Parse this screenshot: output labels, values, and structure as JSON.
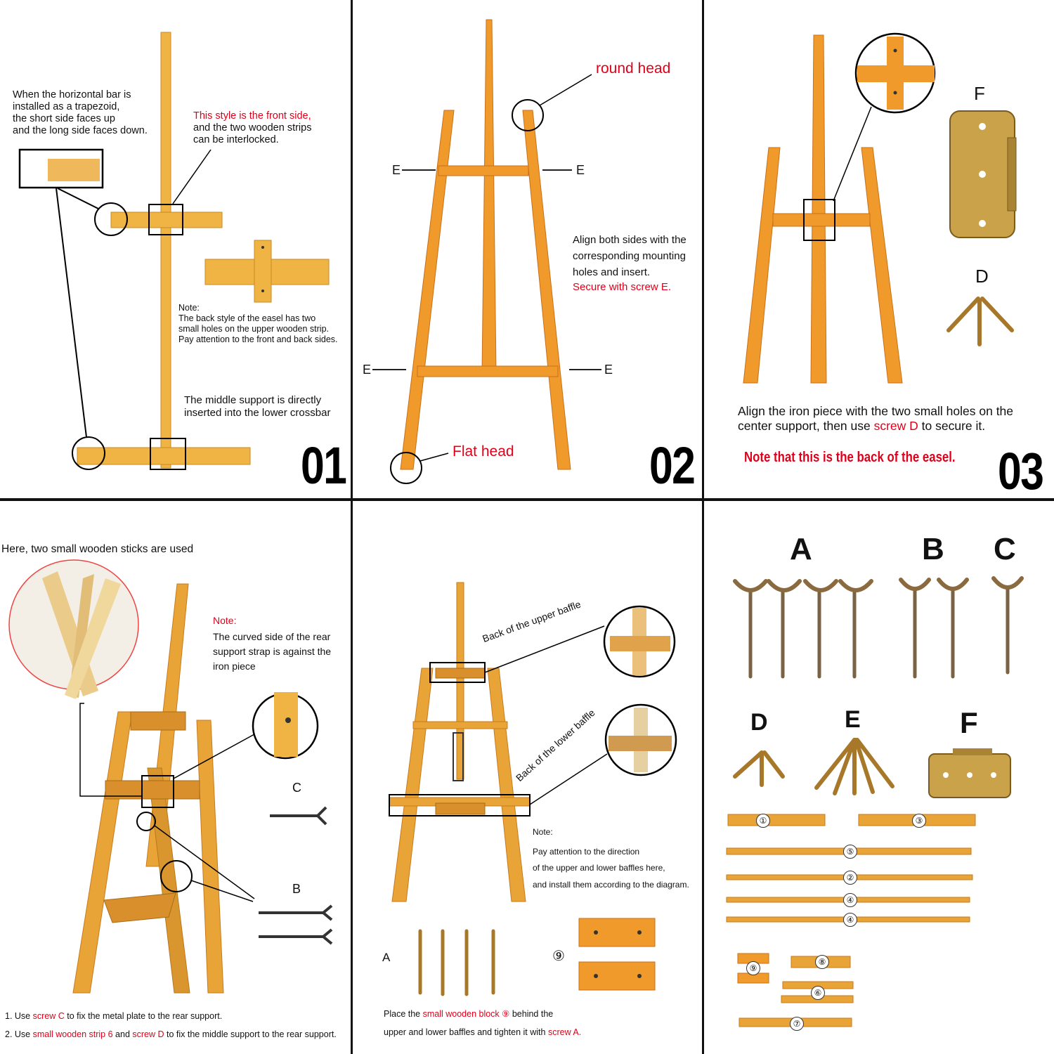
{
  "panel1": {
    "intro": "When the horizontal bar is\ninstalled as a trapezoid,\nthe short side faces up\nand the long side faces down.",
    "front_red": "This style is the front side,",
    "front_black": "and the two wooden strips\ncan be interlocked.",
    "note_title": "Note:",
    "note_body": "The back style of the easel has two\nsmall holes on the upper wooden strip.\nPay attention to the front and back sides.",
    "middle": "The middle support is directly\ninserted into the lower crossbar",
    "step": "01"
  },
  "panel2": {
    "round_head": "round head",
    "flat_head": "Flat head",
    "e_label": "E",
    "align": "Align both sides with the\ncorresponding mounting\nholes and insert.",
    "secure": "Secure with screw E.",
    "step": "02"
  },
  "panel3": {
    "label_f": "F",
    "label_d": "D",
    "align_a": "Align the iron piece with the two small holes on the\ncenter support, then use ",
    "align_red": "screw D",
    "align_b": " to secure it.",
    "note": "Note that this is the back of the easel.",
    "step": "03"
  },
  "panel4": {
    "heading": "Here, two small wooden sticks are used",
    "note_title": "Note:",
    "note_body": "The curved side of the rear\nsupport strap is against the\niron piece",
    "label_c": "C",
    "label_b": "B",
    "line1_a": "1. Use ",
    "line1_red": "screw C",
    "line1_b": " to fix the metal plate to the rear support.",
    "line2_a": "2. Use ",
    "line2_red1": "small wooden strip 6",
    "line2_b": " and ",
    "line2_red2": "screw D",
    "line2_c": " to fix the middle support to the rear support."
  },
  "panel5": {
    "upper": "Back of the upper baffle",
    "lower": "Back of the lower baffle",
    "note_title": "Note:",
    "note_body": "Pay attention to the direction\nof the upper and lower baffles here,\nand install them according to the diagram.",
    "label_a": "A",
    "label_9": "⑨",
    "place_a": "Place the ",
    "place_red": "small wooden block ⑨",
    "place_b": " behind the",
    "place_c": "upper and lower baffles and tighten it with ",
    "place_red2": "screw A."
  },
  "panel6": {
    "labels_top": [
      "A",
      "B",
      "C"
    ],
    "labels_mid": [
      "D",
      "E",
      "F"
    ],
    "parts": [
      "①",
      "③",
      "⑤",
      "②",
      "④",
      "④",
      "⑨",
      "⑧",
      "⑥",
      "⑦"
    ]
  },
  "colors": {
    "wood": "#e8a437",
    "wood_dark": "#c97a1c",
    "red": "#e0001a",
    "metal": "#b58a3a"
  }
}
